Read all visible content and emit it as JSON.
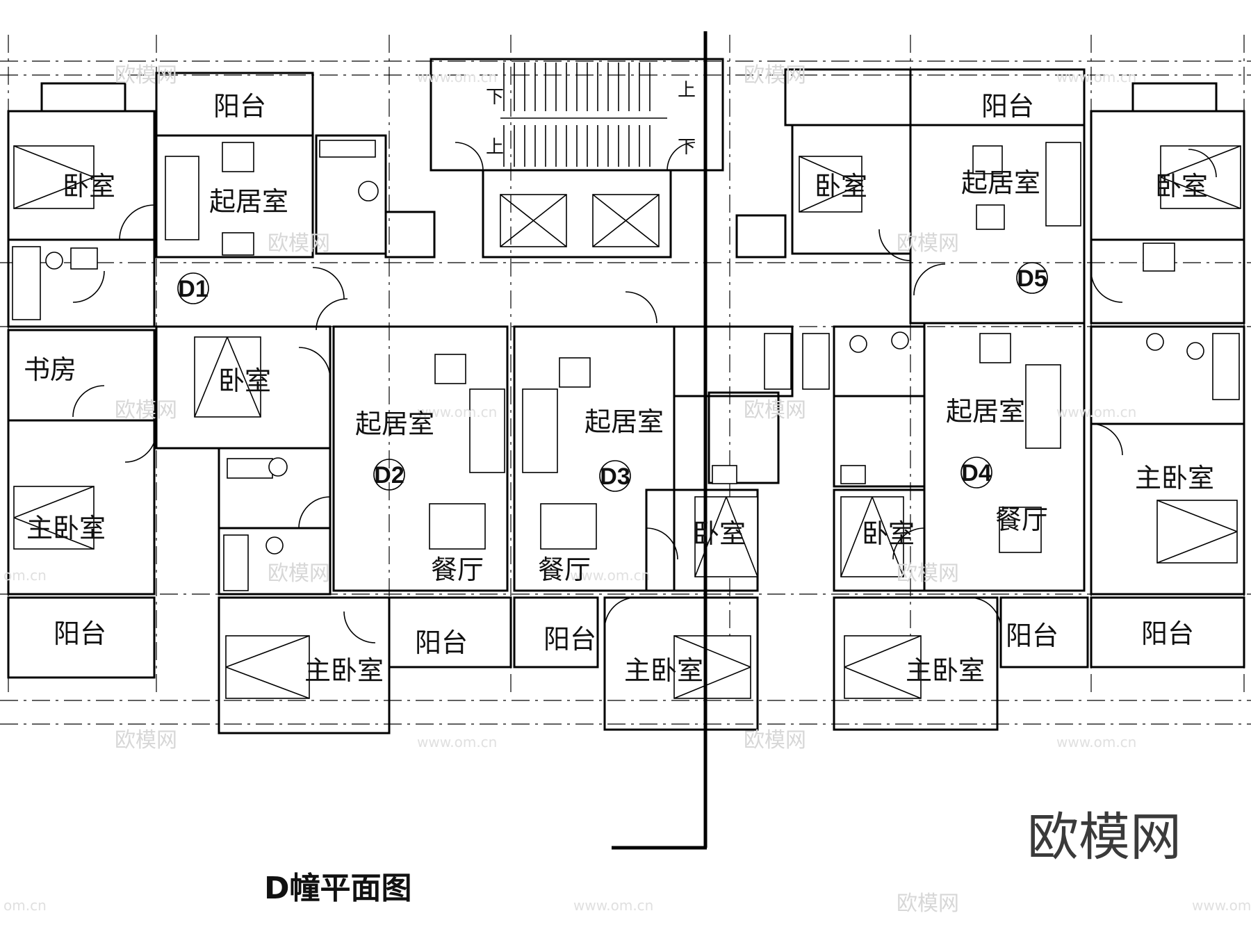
{
  "title": "D幢平面图",
  "watermark": {
    "brand": "欧模网",
    "faint": "欧模网",
    "url": "www.om.cn",
    "url_short": "om.cn"
  },
  "stairs": {
    "down": "下",
    "up": "上"
  },
  "units": [
    "D1",
    "D2",
    "D3",
    "D4",
    "D5"
  ],
  "rooms": {
    "balcony": "阳台",
    "bedroom": "卧室",
    "master_bedroom": "主卧室",
    "living_room": "起居室",
    "study": "书房",
    "dining_room": "餐厅"
  },
  "colors": {
    "line": "#000000",
    "background": "#ffffff",
    "watermark_faint": "#d7d7d7",
    "brand_text": "#3a3a3a"
  }
}
